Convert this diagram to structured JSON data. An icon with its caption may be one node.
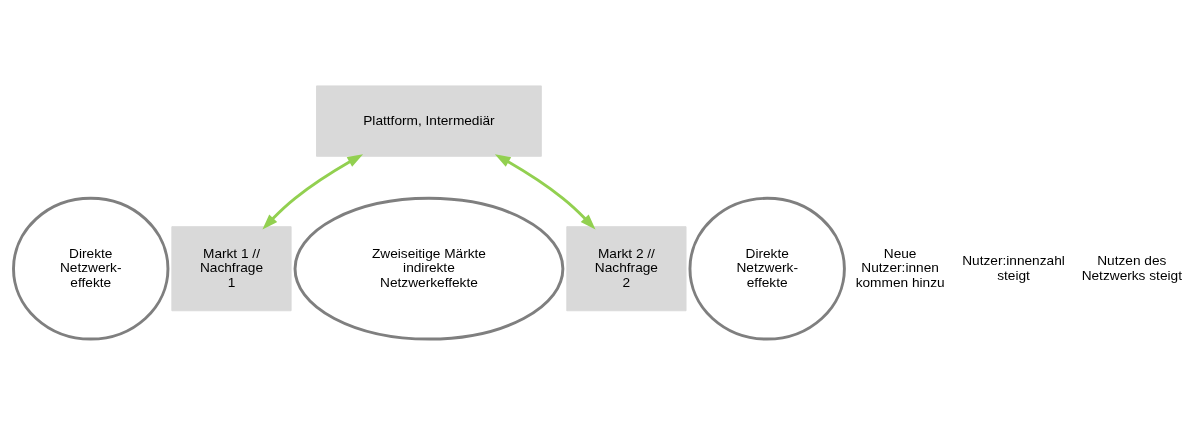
{
  "diagram": {
    "nodes": [
      {
        "text": [
          "Plattform, Intermediär"
        ]
      },
      {
        "text": [
          "Markt 1 // Nachfrage 1"
        ]
      },
      {
        "text": [
          "Markt 2 // Nachfrage 2"
        ]
      },
      {
        "text": [
          "Direkte Netzwerk- effekte"
        ]
      },
      {
        "text": [
          "Zweiseitige Märkte indirekte Netzwerkeffekte"
        ]
      },
      {
        "text": [
          "Direkte Netzwerk- effekte"
        ]
      }
    ],
    "edges": [
      {
        "from": 1,
        "to": 0,
        "arrow": "both"
      },
      {
        "from": 2,
        "to": 0,
        "arrow": "both"
      }
    ],
    "labels": [
      "Neue Nutzer:innen kommen hinzu",
      "Nutzer:innenzahl steigt",
      "Nutzen des Netzwerks steigt"
    ]
  }
}
